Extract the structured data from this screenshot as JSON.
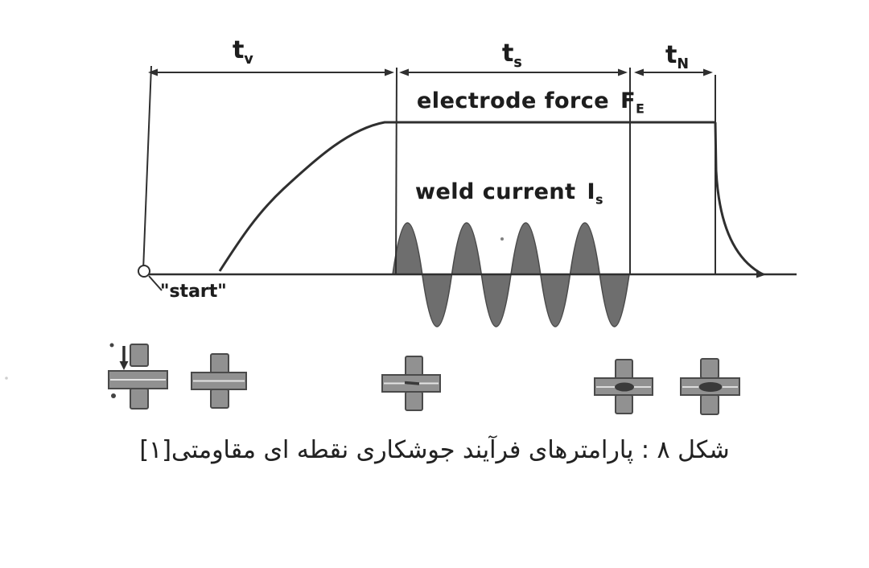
{
  "figure": {
    "timing": {
      "tv": {
        "base": "t",
        "sub": "v"
      },
      "ts": {
        "base": "t",
        "sub": "s"
      },
      "tn": {
        "base": "t",
        "sub": "N"
      }
    },
    "force_label": {
      "text": "electrode force",
      "symbol": "F",
      "sub": "E"
    },
    "current_label": {
      "text": "weld current",
      "symbol": "I",
      "sub": "s"
    },
    "start_label": "\"start\"",
    "caption": "شکل ۸ : پارامترهای فرآیند جوشکاری نقطه ای مقاومتی[۱]"
  },
  "colors": {
    "line": "#2f2f2f",
    "wave_fill": "#6e6e6e",
    "electrode_fill": "#919191",
    "sheet_fill": "#8c8c8c",
    "nugget": "#3a3a3a",
    "paper": "#ffffff"
  }
}
